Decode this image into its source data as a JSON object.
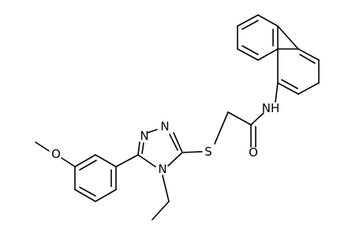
{
  "molecule": {
    "atoms": {
      "o_methoxy": "O",
      "n_triazole_1": "N",
      "n_triazole_2": "N",
      "n_triazole_4": "N",
      "s_thioether": "S",
      "o_carbonyl": "O",
      "nh_amide": "NH"
    }
  }
}
